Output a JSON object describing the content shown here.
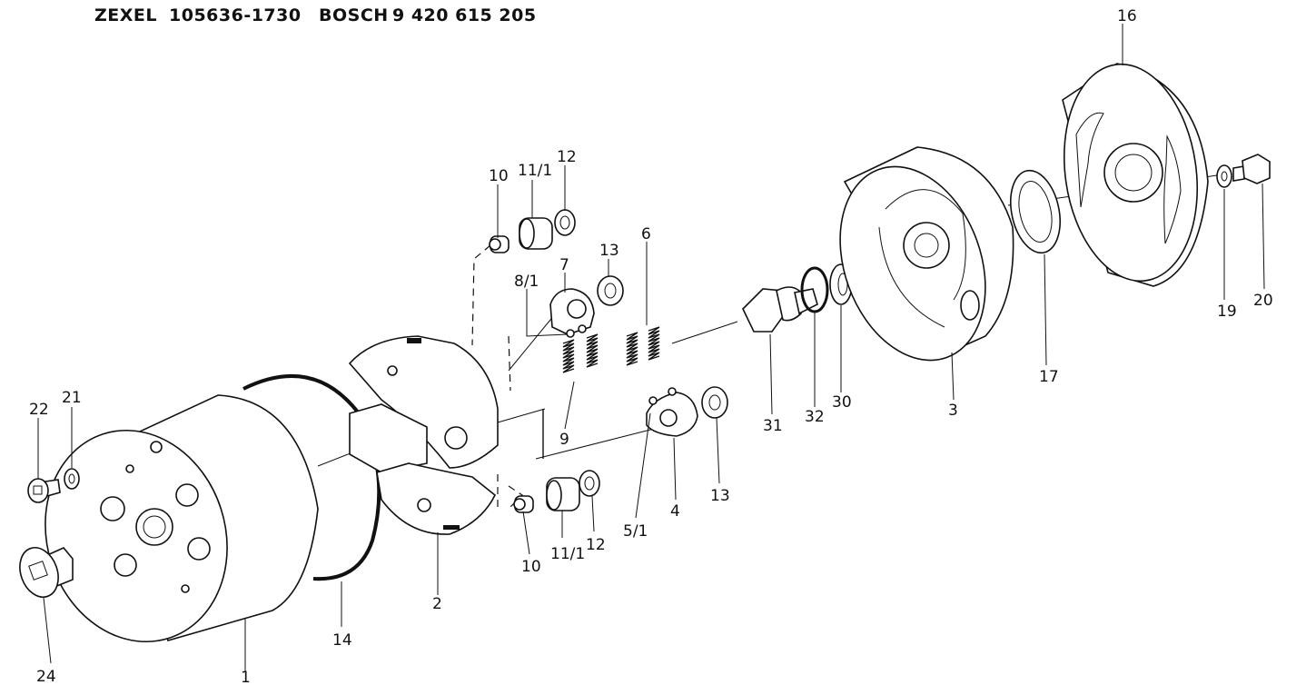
{
  "header": {
    "brand1": "ZEXEL",
    "part1": "105636-1730",
    "brand2": "BOSCH",
    "part2": "9 420 615 205"
  },
  "callouts": [
    "16",
    "10",
    "11/1",
    "12",
    "13",
    "7",
    "8/1",
    "6",
    "9",
    "31",
    "32",
    "30",
    "3",
    "17",
    "19",
    "20",
    "22",
    "21",
    "24",
    "1",
    "14",
    "2",
    "10",
    "11/1",
    "12",
    "5/1",
    "4",
    "13"
  ]
}
